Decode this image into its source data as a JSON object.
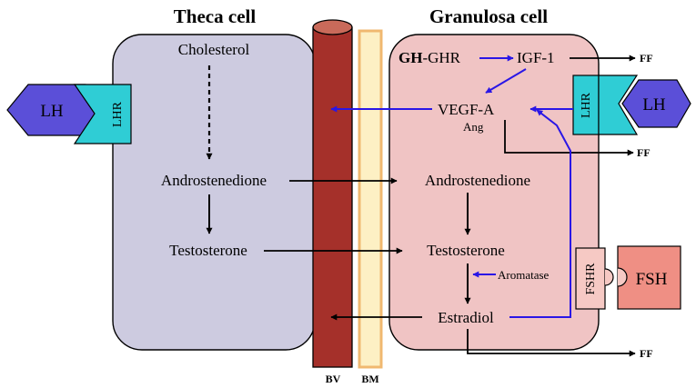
{
  "headings": {
    "theca": "Theca cell",
    "granulosa": "Granulosa cell"
  },
  "theca": {
    "cholesterol": "Cholesterol",
    "androstenedione": "Androstenedione",
    "testosterone": "Testosterone"
  },
  "granulosa": {
    "gh_bold": "GH",
    "gh_rest": "-GHR",
    "igf1": "IGF-1",
    "vegf": "VEGF-A",
    "ang": "Ang",
    "androstenedione": "Androstenedione",
    "testosterone": "Testosterone",
    "aromatase": "Aromatase",
    "estradiol": "Estradiol"
  },
  "hormones": {
    "lh_left": "LH",
    "lhr_left": "LHR",
    "lh_right": "LH",
    "lhr_right": "LHR",
    "fsh": "FSH",
    "fshr": "FSHR"
  },
  "outputs": {
    "ff1": "FF",
    "ff2": "FF",
    "ff3": "FF"
  },
  "layers": {
    "bv": "BV",
    "bm": "BM"
  },
  "colors": {
    "theca_fill": "#cdcbe0",
    "granulosa_fill": "#f0c4c4",
    "blood_vessel": "#a5302a",
    "vessel_top": "#c96a5a",
    "basement": "#fdf0c4",
    "basement_border": "#f0b870",
    "lh": "#5b4fd8",
    "lhr": "#2fcdd5",
    "fsh": "#ef8f84",
    "fshr": "#f6c9c4",
    "blue_arrow": "#2a16e6"
  }
}
